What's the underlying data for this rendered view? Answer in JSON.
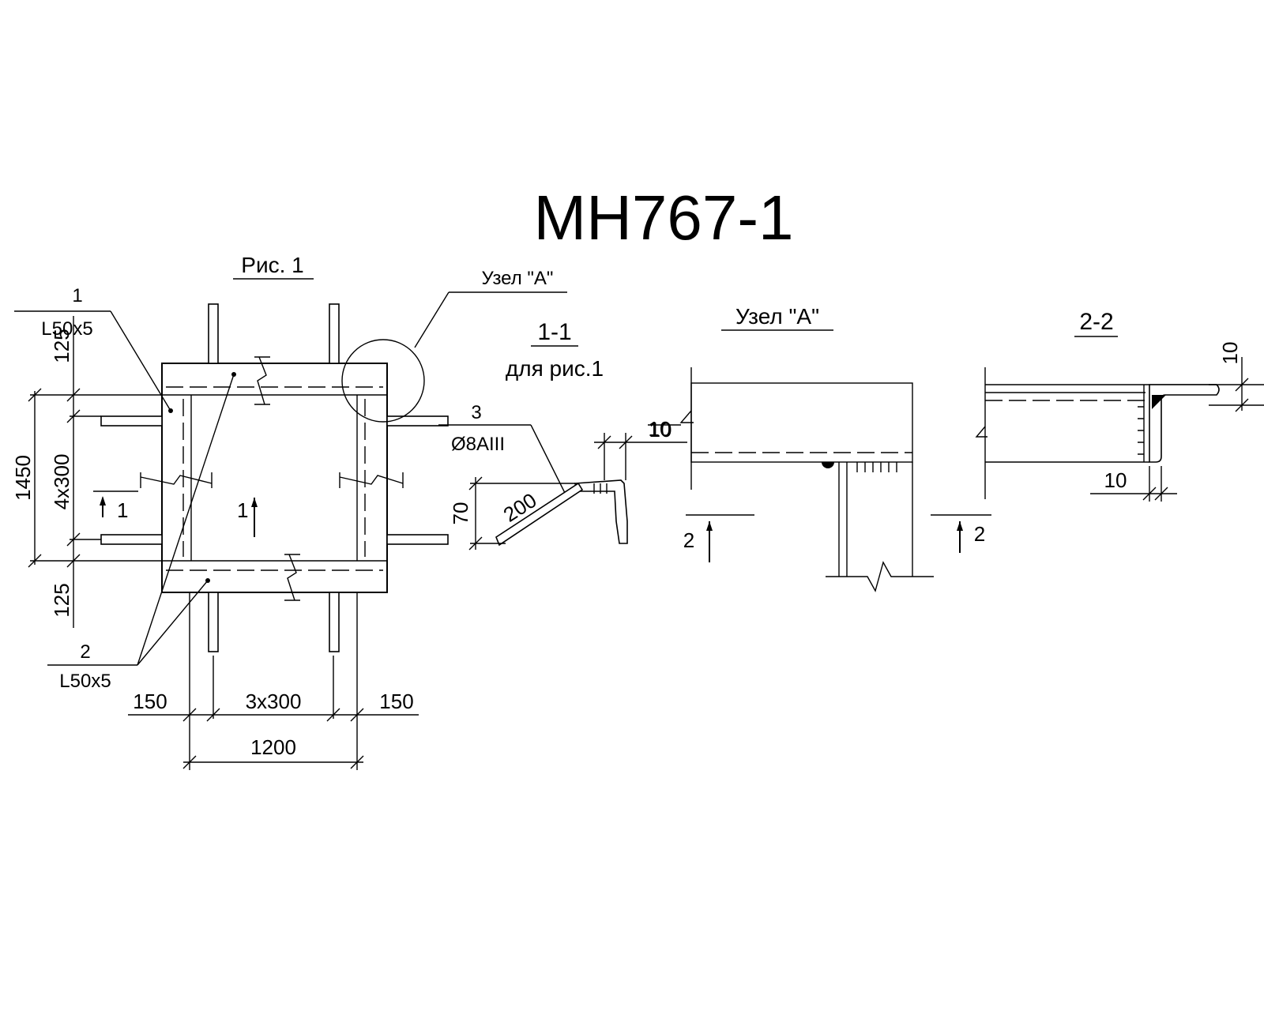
{
  "title": "МН767-1",
  "labels": {
    "fig1": "Рис. 1",
    "node_a_callout": "Узел \"А\"",
    "section_11": "1-1",
    "section_11_note": "для рис.1",
    "node_a_view": "Узел \"А\"",
    "section_22": "2-2"
  },
  "parts": {
    "p1_num": "1",
    "p1_prof": "L50x5",
    "p2_num": "2",
    "p2_prof": "L50x5",
    "p3_num": "3",
    "p3_bar": "Ø8AIII"
  },
  "dims": {
    "d125_top": "125",
    "d1450": "1450",
    "d4x300": "4x300",
    "d125_bot": "125",
    "d150_left": "150",
    "d3x300": "3x300",
    "d150_right": "150",
    "d1200": "1200",
    "d10_s11": "10",
    "d70": "70",
    "d200": "200",
    "d10_node": "10",
    "d10_s22_top": "10",
    "d10_s22_bot": "10"
  },
  "marks": {
    "m1_left": "1",
    "m1_center": "1",
    "m2_left": "2",
    "m2_right": "2"
  }
}
